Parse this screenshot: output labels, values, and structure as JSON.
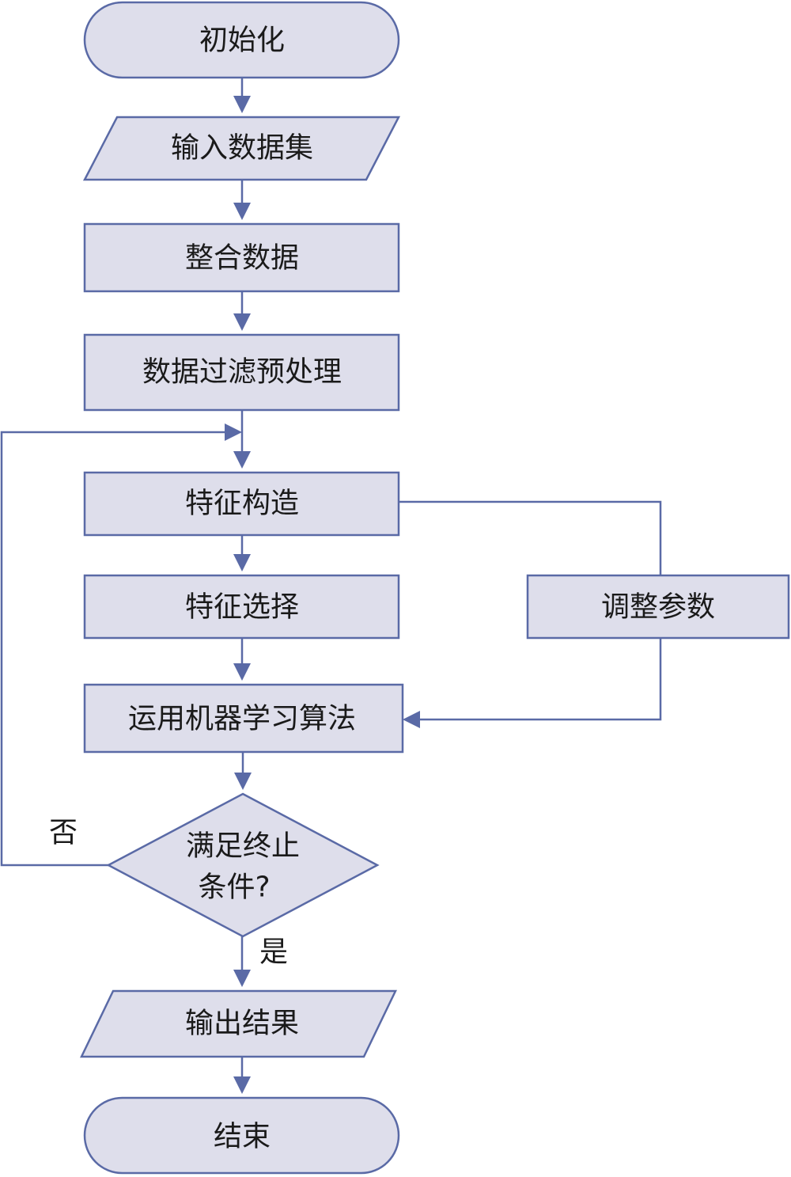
{
  "colors": {
    "fill": "#dedeeb",
    "stroke": "#5a6aa6",
    "text": "#1a1a1a"
  },
  "nodes": {
    "start": "初始化",
    "input": "输入数据集",
    "integrate": "整合数据",
    "filter": "数据过滤预处理",
    "construct": "特征构造",
    "select": "特征选择",
    "adjust": "调整参数",
    "ml": "运用机器学习算法",
    "decision_line1": "满足终止",
    "decision_line2": "条件?",
    "output": "输出结果",
    "end": "结束"
  },
  "branches": {
    "no": "否",
    "yes": "是"
  }
}
